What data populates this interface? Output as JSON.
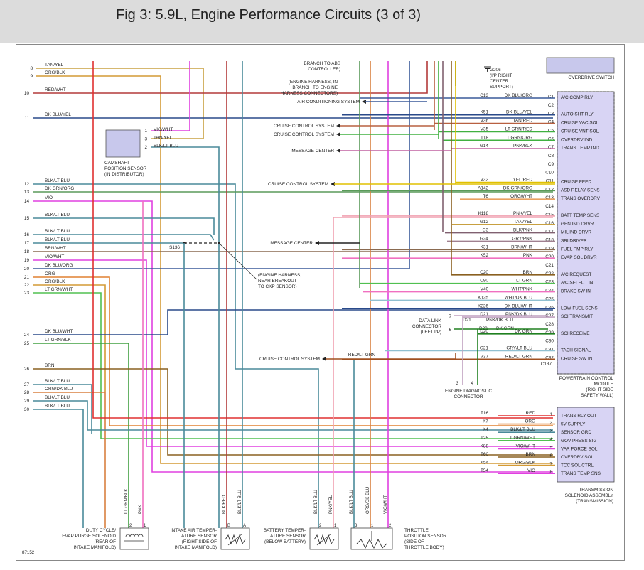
{
  "title": "Fig 3: 5.9L, Engine Performance Circuits (3 of 3)",
  "figure_number": "87152",
  "colors": {
    "tan_yel": "#c8a040",
    "org_blk": "#d49a35",
    "red_wht": "#b33a3a",
    "dk_blu_yel": "#2a4a8a",
    "vio_wht": "#e040e0",
    "blk_lt_blu": "#4a8a9a",
    "dk_grn_org": "#5a9a5a",
    "vio": "#e040e0",
    "brn_wht": "#8a6a50",
    "dk_blu_org": "#3a5a9a",
    "org": "#e08030",
    "lt_grn_wht": "#50c050",
    "lt_grn_blk": "#40a040",
    "brn": "#8a6020",
    "org_dk_blu": "#d88040",
    "red": "#e03030",
    "pnk": "#f070c0",
    "tan_red": "#b86040",
    "lt_grn_red": "#40b040",
    "lt_grn_org": "#40b040",
    "pnk_blk": "#c060a0",
    "yel_red": "#e0c000",
    "org_wht": "#e8a060",
    "pnk_yel": "#f0a0b0",
    "blk_pnk": "#806070",
    "gry_pnk": "#a08090",
    "pnk_dk_blu": "#c0a0c0",
    "dk_grn": "#208020",
    "gry_lt_blu": "#90c0d0",
    "red_lt_grn": "#a05020",
    "module_fill": "#d8d4f4",
    "box_fill": "#c8c8ec"
  },
  "left_pins": [
    {
      "num": "8",
      "label": "TAN/YEL"
    },
    {
      "num": "9",
      "label": "ORG/BLK"
    },
    {
      "num": "10",
      "label": "RED/WHT"
    },
    {
      "num": "11",
      "label": "DK BLU/YEL"
    },
    {
      "num": "12",
      "label": "BLK/LT BLU"
    },
    {
      "num": "13",
      "label": "DK GRN/ORG"
    },
    {
      "num": "14",
      "label": "VIO"
    },
    {
      "num": "15",
      "label": "BLK/LT BLU"
    },
    {
      "num": "16",
      "label": "BLK/LT BLU"
    },
    {
      "num": "17",
      "label": "BLK/LT BLU"
    },
    {
      "num": "18",
      "label": "BRN/WHT"
    },
    {
      "num": "19",
      "label": "VIO/WHT"
    },
    {
      "num": "20",
      "label": "DK BLU/ORG"
    },
    {
      "num": "21",
      "label": "ORG"
    },
    {
      "num": "22",
      "label": "ORG/BLK"
    },
    {
      "num": "23",
      "label": "LT GRN/WHT"
    },
    {
      "num": "24",
      "label": "DK BLU/WHT"
    },
    {
      "num": "25",
      "label": "LT GRN/BLK"
    },
    {
      "num": "26",
      "label": "BRN"
    },
    {
      "num": "27",
      "label": "BLK/LT BLU"
    },
    {
      "num": "28",
      "label": "ORG/DK BLU"
    },
    {
      "num": "29",
      "label": "BLK/LT BLU"
    },
    {
      "num": "30",
      "label": "BLK/LT BLU"
    }
  ],
  "camshaft": {
    "label_lines": [
      "CAMSHAFT",
      "POSITION SENSOR",
      "(IN DISTRIBUTOR)"
    ],
    "pins": [
      {
        "num": "1",
        "label": "VIO/WHT"
      },
      {
        "num": "3",
        "label": "TAN/YEL"
      },
      {
        "num": "2",
        "label": "BLK/LT BLU"
      }
    ]
  },
  "splice": {
    "label": "S136",
    "note_lines": [
      "(ENGINE HARNESS,",
      "NEAR BREAKOUT",
      "TO CKP SENSOR)"
    ]
  },
  "top_notes": {
    "abs_lines": [
      "BRANCH TO ABS",
      "CONTROLLER)"
    ],
    "harness_lines": [
      "(ENGINE HARNESS, IN",
      "BRANCH TO ENGINE",
      "HARNESS CONNECTORS)"
    ],
    "ground_lines": [
      "G206",
      "(I/P RIGHT",
      "CENTER",
      "SUPPORT)"
    ],
    "overdrive_switch": "OVERDRIVE SWITCH"
  },
  "system_arrows": [
    {
      "label": "AIR CONDITIONING SYSTEM"
    },
    {
      "label": "CRUISE CONTROL SYSTEM"
    },
    {
      "label": "CRUISE CONTROL SYSTEM"
    },
    {
      "label": "MESSAGE CENTER"
    },
    {
      "label": "CRUISE CONTROL SYSTEM"
    },
    {
      "label": "MESSAGE CENTER"
    },
    {
      "label": "CRUISE CONTROL SYSTEM"
    }
  ],
  "pcm": {
    "label_lines": [
      "POWERTRAIN CONTROL",
      "MODULE",
      "(RIGHT SIDE",
      "SAFETY WALL)"
    ],
    "connector_id": "C137",
    "pins": [
      {
        "circuit": "C13",
        "wire": "DK BLU/ORG",
        "pin": "C1",
        "function": "A/C COMP RLY"
      },
      {
        "circuit": "",
        "wire": "",
        "pin": "C2",
        "function": ""
      },
      {
        "circuit": "K51",
        "wire": "DK BLU/YEL",
        "pin": "C3",
        "function": "AUTO SHT RLY"
      },
      {
        "circuit": "V36",
        "wire": "TAN/RED",
        "pin": "C4",
        "function": "CRUISE VAC SOL"
      },
      {
        "circuit": "V35",
        "wire": "LT GRN/RED",
        "pin": "C5",
        "function": "CRUISE VNT SOL"
      },
      {
        "circuit": "T18",
        "wire": "LT GRN/ORG",
        "pin": "C6",
        "function": "OVERDRV IND"
      },
      {
        "circuit": "G14",
        "wire": "PNK/BLK",
        "pin": "C7",
        "function": "TRANS TEMP IND"
      },
      {
        "circuit": "",
        "wire": "",
        "pin": "C8",
        "function": ""
      },
      {
        "circuit": "",
        "wire": "",
        "pin": "C9",
        "function": ""
      },
      {
        "circuit": "",
        "wire": "",
        "pin": "C10",
        "function": ""
      },
      {
        "circuit": "V32",
        "wire": "YEL/RED",
        "pin": "C11",
        "function": "CRUISE FEED"
      },
      {
        "circuit": "A142",
        "wire": "DK GRN/ORG",
        "pin": "C12",
        "function": "ASD RELAY SENS"
      },
      {
        "circuit": "T6",
        "wire": "ORG/WHT",
        "pin": "C13",
        "function": "TRANS OVERDRV"
      },
      {
        "circuit": "",
        "wire": "",
        "pin": "C14",
        "function": ""
      },
      {
        "circuit": "K118",
        "wire": "PNK/YEL",
        "pin": "C15",
        "function": "BATT TEMP SENS"
      },
      {
        "circuit": "G12",
        "wire": "TAN/YEL",
        "pin": "C16",
        "function": "GEN IND DRVR"
      },
      {
        "circuit": "G3",
        "wire": "BLK/PNK",
        "pin": "C17",
        "function": "MIL IND DRVR"
      },
      {
        "circuit": "G24",
        "wire": "GRY/PNK",
        "pin": "C18",
        "function": "SRI DRIVER"
      },
      {
        "circuit": "K31",
        "wire": "BRN/WHT",
        "pin": "C19",
        "function": "FUEL PMP RLY"
      },
      {
        "circuit": "K52",
        "wire": "PNK",
        "pin": "C20",
        "function": "EVAP SOL DRVR"
      },
      {
        "circuit": "",
        "wire": "",
        "pin": "C21",
        "function": ""
      },
      {
        "circuit": "C20",
        "wire": "BRN",
        "pin": "C22",
        "function": "A/C REQUEST"
      },
      {
        "circuit": "C90",
        "wire": "LT GRN",
        "pin": "C23",
        "function": "A/C SELECT IN"
      },
      {
        "circuit": "V40",
        "wire": "WHT/PNK",
        "pin": "C24",
        "function": "BRAKE SW IN"
      },
      {
        "circuit": "K125",
        "wire": "WHT/DK BLU",
        "pin": "C25",
        "function": ""
      },
      {
        "circuit": "K226",
        "wire": "DK BLU/WHT",
        "pin": "C26",
        "function": "LOW FUEL SENS"
      },
      {
        "circuit": "D21",
        "wire": "PNK/DK BLU",
        "pin": "C27",
        "function": "SCI TRANSMIT"
      },
      {
        "circuit": "",
        "wire": "",
        "pin": "C28",
        "function": ""
      },
      {
        "circuit": "D20",
        "wire": "DK GRN",
        "pin": "C29",
        "function": "SCI RECEIVE"
      },
      {
        "circuit": "",
        "wire": "",
        "pin": "C30",
        "function": ""
      },
      {
        "circuit": "G21",
        "wire": "GRY/LT BLU",
        "pin": "C31",
        "function": "TACH SIGNAL"
      },
      {
        "circuit": "V37",
        "wire": "RED/LT GRN",
        "pin": "C32",
        "function": "CRUISE SW IN"
      }
    ]
  },
  "red_lt_grn_label": "RED/LT GRN",
  "data_link": {
    "label_lines": [
      "DATA LINK",
      "CONNECTOR",
      "(LEFT I/P)"
    ],
    "pin7": "7",
    "pin6": "6",
    "d21": "D21",
    "d21_wire": "PNK/DK BLU",
    "d20": "D20",
    "d20_wire": "DK GRN"
  },
  "diag_connector": {
    "label_lines": [
      "ENGINE DIAGNOSTIC",
      "CONNECTOR"
    ],
    "pin3": "3",
    "pin4": "4"
  },
  "tcm": {
    "label_lines": [
      "TRANSMISSION",
      "SOLENOID ASSEMBLY",
      "(TRANSMISSION)"
    ],
    "pins": [
      {
        "circuit": "T16",
        "wire": "RED",
        "pin": "1",
        "function": "TRANS RLY OUT"
      },
      {
        "circuit": "K7",
        "wire": "ORG",
        "pin": "2",
        "function": "5V SUPPLY"
      },
      {
        "circuit": "K4",
        "wire": "BLK/LT BLU",
        "pin": "3",
        "function": "SENSOR GRD"
      },
      {
        "circuit": "T25",
        "wire": "LT GRN/WHT",
        "pin": "4",
        "function": "GOV PRESS SIG"
      },
      {
        "circuit": "K88",
        "wire": "VIO/WHT",
        "pin": "5",
        "function": "VAR FORCE SOL"
      },
      {
        "circuit": "T60",
        "wire": "BRN",
        "pin": "6",
        "function": "OVERDRV SOL"
      },
      {
        "circuit": "K54",
        "wire": "ORG/BLK",
        "pin": "7",
        "function": "TCC SOL CTRL"
      },
      {
        "circuit": "T54",
        "wire": "VIO",
        "pin": "8",
        "function": "TRANS TEMP SNS"
      }
    ]
  },
  "bottom_components": [
    {
      "wires": [
        "LT GRN/BLK",
        "PNK"
      ],
      "pins": [
        "2",
        "1"
      ],
      "label_lines": [
        "DUTY CYCLE/",
        "EVAP PURGE SOLENOID",
        "(REAR OF",
        "INTAKE MANIFOLD)"
      ]
    },
    {
      "wires": [
        "BLK/RED",
        "BLK/LT BLU"
      ],
      "pins": [
        "B",
        "A"
      ],
      "label_lines": [
        "INTAKE AIR TEMPER-",
        "ATURE SENSOR",
        "(RIGHT SIDE OF",
        "INTAKE MANIFOLD)"
      ]
    },
    {
      "wires": [
        "BLK/LT BLU",
        "PNK/YEL"
      ],
      "pins": [
        "2",
        "1"
      ],
      "label_lines": [
        "BATTERY TEMPER-",
        "ATURE SENSOR",
        "(BELOW BATTERY)"
      ]
    },
    {
      "wires": [
        "BLK/LT BLU",
        "ORG/DK BLU",
        "VIO/WHT"
      ],
      "pins": [
        "3",
        "1",
        "2"
      ],
      "label_lines": [
        "THROTTLE",
        "POSITION SENSOR",
        "(SIDE OF",
        "THROTTLE BODY)"
      ]
    }
  ]
}
